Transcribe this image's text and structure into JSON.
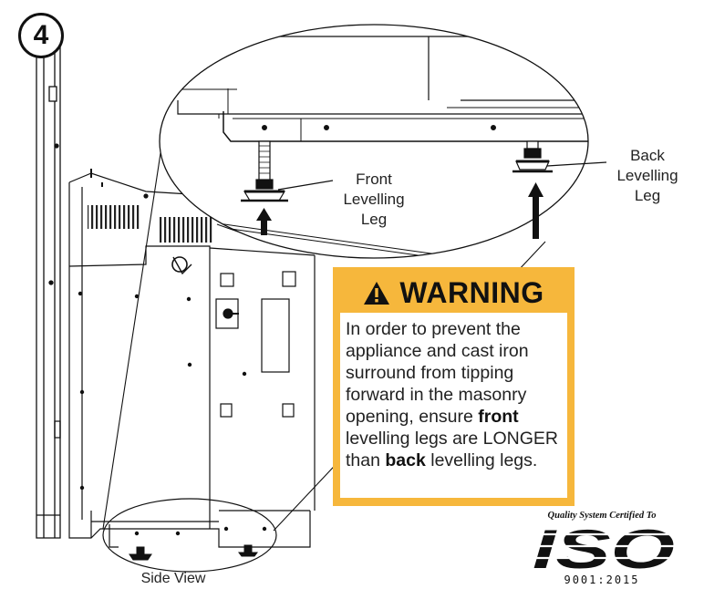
{
  "step": {
    "number": "4"
  },
  "callouts": {
    "front_leg": [
      "Front",
      "Levelling",
      "Leg"
    ],
    "back_leg": [
      "Back",
      "Levelling",
      "Leg"
    ],
    "side_view": "Side View"
  },
  "warning": {
    "icon": "warning-triangle-icon",
    "title": "WARNING",
    "body": {
      "pre": "In order to prevent the appliance and cast iron surround from tipping forward in the masonry opening, ensure ",
      "bold1": "front",
      "mid": " levelling legs are LONGER than ",
      "bold2": "back",
      "post": " levelling legs."
    },
    "color": "#f6b73c"
  },
  "certification": {
    "caption": "Quality System Certified To",
    "mark": "ISO",
    "standard": "9001:2015"
  }
}
